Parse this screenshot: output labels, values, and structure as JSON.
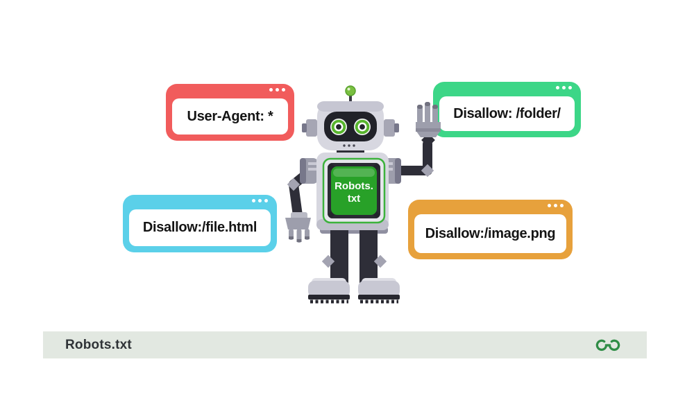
{
  "illustration": {
    "background": "#ffffff",
    "label_text_color": "#141414",
    "window_dot_color": "#ffffff",
    "callouts": [
      {
        "label": "User-Agent: *",
        "color": "#F15C5C"
      },
      {
        "label": "Disallow: /folder/",
        "color": "#3CD687"
      },
      {
        "label": "Disallow:/file.html",
        "color": "#5BD0E9"
      },
      {
        "label": "Disallow:/image.png",
        "color": "#E7A13C"
      }
    ],
    "robot": {
      "screen_line1": "Robots.",
      "screen_line2": "txt",
      "screen_color": "#28A128"
    },
    "footer": {
      "title": "Robots.txt",
      "background": "#E2E8E1",
      "text_color": "#2F3337",
      "logo_color": "#2F8D46"
    }
  }
}
